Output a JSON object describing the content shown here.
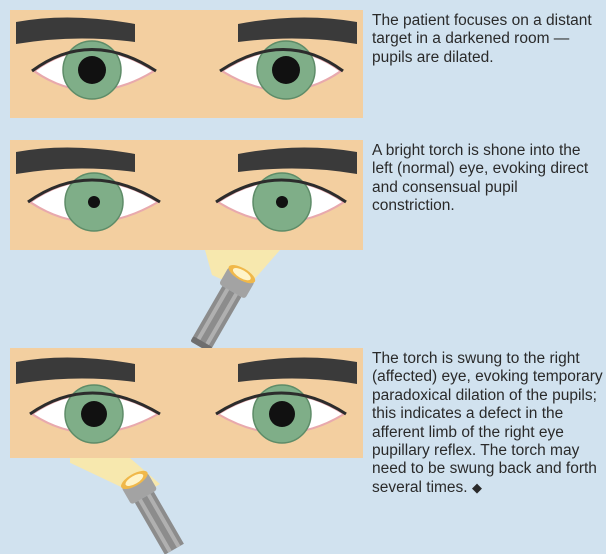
{
  "steps": [
    {
      "caption": "The patient focuses on a distant target in a darkened room — pupils are dilated."
    },
    {
      "caption": "A bright torch is shone into the left (normal) eye, evoking direct and consensual pupil constriction."
    },
    {
      "caption": "The torch is swung to the right (affected) eye, evoking temporary paradoxical dilation of the pupils; this indicates a defect in the afferent limb of the right eye pupillary reflex. The torch may need to be swung back and forth several times.",
      "end_mark": "◆"
    }
  ],
  "colors": {
    "background": "#d1e2ef",
    "skin": "#f3cfa0",
    "brow": "#3a3a3a",
    "iris": "#7fae88",
    "pupil": "#111111",
    "torch_body": "#8c8c8c",
    "torch_light": "#fbe9a6"
  },
  "pupil_sizes": {
    "step1": "dilated",
    "step2": "constricted",
    "step3": "dilated"
  }
}
